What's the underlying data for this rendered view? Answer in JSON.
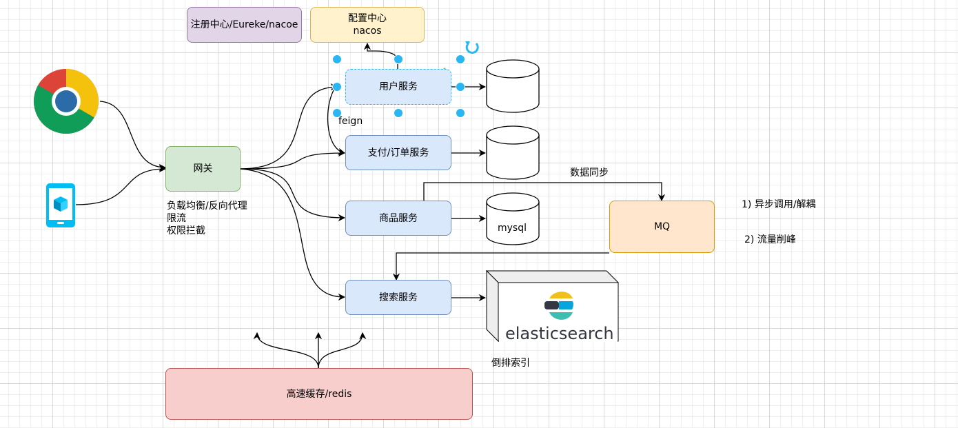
{
  "nodes": {
    "registry": "注册中心/Eureke/nacoe",
    "config_line1": "配置中心",
    "config_line2": "nacos",
    "user_service": "用户服务",
    "pay_service": "支付/订单服务",
    "goods_service": "商品服务",
    "search_service": "搜索服务",
    "gateway": "网关",
    "mq": "MQ",
    "cache": "高速缓存/redis",
    "mysql": "mysql"
  },
  "labels": {
    "feign": "feign",
    "gateway_notes": [
      "负载均衡/反向代理",
      "限流",
      "权限拦截"
    ],
    "data_sync": "数据同步",
    "mq_use1": "1) 异步调用/解耦",
    "mq_use2": "2) 流量削峰",
    "inverted_index": "倒排索引",
    "elasticsearch": "elasticsearch"
  },
  "colors": {
    "purple": "#e1d5e7",
    "yellow": "#fff2cc",
    "blue": "#dae8fc",
    "green": "#d5e8d4",
    "orange": "#ffe6cc",
    "red": "#f8cecc",
    "selection": "#29b6f2"
  },
  "icons": [
    "chrome-icon",
    "mobile-phone-icon",
    "database-icon",
    "elasticsearch-logo-icon",
    "rotate-icon"
  ]
}
